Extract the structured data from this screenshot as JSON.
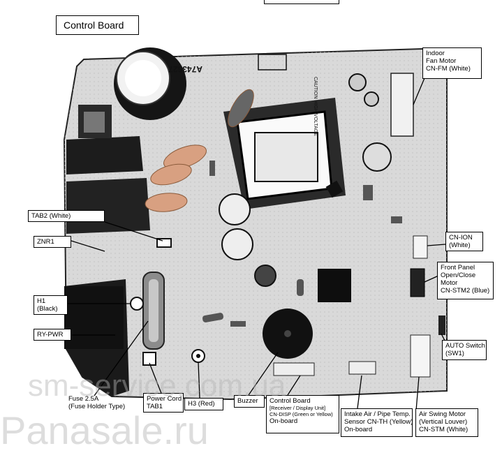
{
  "title": "Control Board",
  "labels": {
    "indoor_fan": [
      "Indoor",
      "Fan Motor",
      "CN-FM (White)"
    ],
    "tab2": "TAB2 (White)",
    "znr1": "ZNR1",
    "cn_ion": [
      "CN-ION",
      "(White)"
    ],
    "front_panel": [
      "Front Panel",
      "Open/Close",
      "Motor",
      "CN-STM2 (Blue)"
    ],
    "h1": [
      "H1",
      "(Black)"
    ],
    "ry_pwr": "RY-PWR",
    "auto_switch": [
      "AUTO Switch",
      "(SW1)"
    ],
    "fuse": [
      "Fuse 2.5A",
      "(Fuse Holder Type)"
    ],
    "power_cord": [
      "Power Cord",
      "TAB1"
    ],
    "h3": "H3 (Red)",
    "buzzer": "Buzzer",
    "control_board": [
      "Control Board",
      "[Receiver / Display Unit]",
      "CN-DISP (Green or Yellow)",
      "On-board"
    ],
    "intake_air": [
      "Intake Air / Pipe Temp.",
      "Sensor CN-TH (Yellow)",
      "On-board"
    ],
    "air_swing": [
      "Air Swing Motor",
      "(Vertical Louver)",
      "CN-STM (White)"
    ]
  },
  "board_print": {
    "part_no": "A743627",
    "warning": "CAUTION HIGH VOLTAGE"
  },
  "watermark": {
    "line1": "sm-service.com.ua",
    "line2": "Panasale.ru"
  }
}
